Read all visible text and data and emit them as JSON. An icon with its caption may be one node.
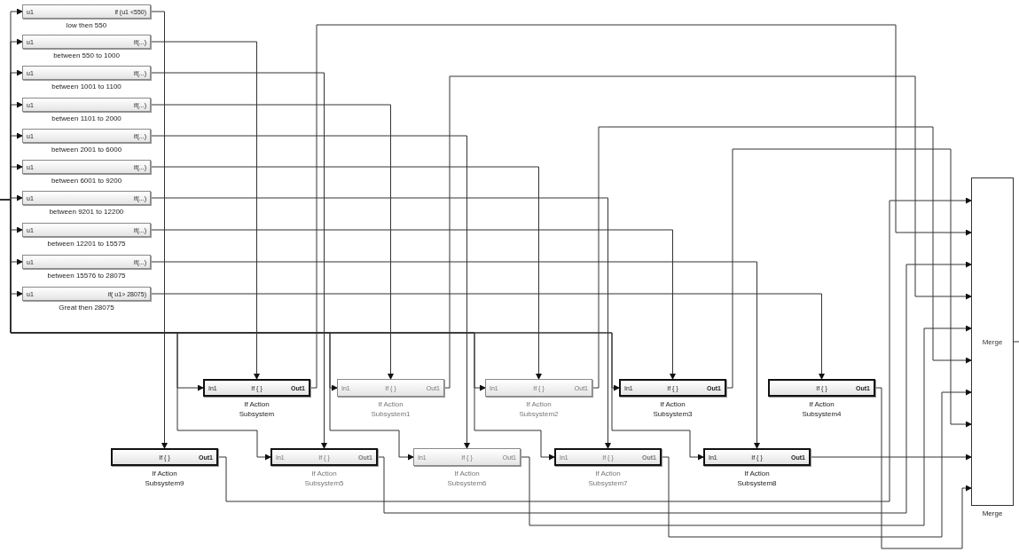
{
  "diagram": {
    "nodes": [
      {
        "text": [
          "u1",
          "if (u1 <550)"
        ],
        "beside": [
          "low then 550"
        ]
      },
      {
        "text": [
          "u1",
          "if(...)"
        ],
        "beside": [
          "between 550 to 1000"
        ]
      },
      {
        "text": [
          "u1",
          "if(...)"
        ],
        "beside": [
          "between 1001 to 1100"
        ]
      },
      {
        "text": [
          "u1",
          "if(...)"
        ],
        "beside": [
          "between 1101 to 2000"
        ]
      },
      {
        "text": [
          "u1",
          "if(...)"
        ],
        "beside": [
          "between 2001 to 6000"
        ]
      },
      {
        "text": [
          "u1",
          "if(...)"
        ],
        "beside": [
          "between 6001 to 9200"
        ]
      },
      {
        "text": [
          "u1",
          "if(...)"
        ],
        "beside": [
          "between 9201 to 12200"
        ]
      },
      {
        "text": [
          "u1",
          "if(...)"
        ],
        "beside": [
          "between 12201 to 15575"
        ]
      },
      {
        "text": [
          "u1",
          "if(...)"
        ],
        "beside": [
          "between 15576 to 28075"
        ]
      },
      {
        "text": [
          "u1",
          "if( u1> 28075)"
        ],
        "beside": [
          "Great then 28075"
        ]
      },
      {
        "text": [
          "In1",
          "If { }",
          "Out1"
        ],
        "beside": [
          "If Action Subsystem"
        ]
      },
      {
        "text": [
          "In1",
          "If { }",
          "Out1"
        ],
        "beside": [
          "If Action Subsystem1"
        ]
      },
      {
        "text": [
          "In1",
          "If { }",
          "Out1"
        ],
        "beside": [
          "If Action Subsystem2"
        ]
      },
      {
        "text": [
          "In1",
          "If { }",
          "Out1"
        ],
        "beside": [
          "If Action Subsystem3"
        ]
      },
      {
        "text": [
          "If { }",
          "Out1"
        ],
        "beside": [
          "If Action Subsystem4"
        ]
      },
      {
        "text": [
          "If { }",
          "Out1"
        ],
        "beside": [
          "If Action Subsystem9"
        ]
      },
      {
        "text": [
          "In1",
          "If { }",
          "Out1"
        ],
        "beside": [
          "If Action Subsystem5"
        ]
      },
      {
        "text": [
          "In1",
          "If { }",
          "Out1"
        ],
        "beside": [
          "If Action Subsystem6"
        ]
      },
      {
        "text": [
          "In1",
          "If { }",
          "Out1"
        ],
        "beside": [
          "If Action Subsystem7"
        ]
      },
      {
        "text": [
          "In1",
          "If { }",
          "Out1"
        ],
        "beside": [
          "If Action Subsystem8"
        ]
      },
      {
        "text": [
          "Merge"
        ],
        "beside": [
          "Merge"
        ]
      }
    ],
    "edges": [
      {
        "from": null,
        "to": 0,
        "arrow": "to"
      },
      {
        "from": null,
        "to": 1,
        "arrow": "to"
      },
      {
        "from": null,
        "to": 2,
        "arrow": "to"
      },
      {
        "from": null,
        "to": 3,
        "arrow": "to"
      },
      {
        "from": null,
        "to": 4,
        "arrow": "to"
      },
      {
        "from": null,
        "to": 5,
        "arrow": "to"
      },
      {
        "from": null,
        "to": 6,
        "arrow": "to"
      },
      {
        "from": null,
        "to": 7,
        "arrow": "to"
      },
      {
        "from": null,
        "to": 8,
        "arrow": "to"
      },
      {
        "from": null,
        "to": 9,
        "arrow": "to"
      },
      {
        "from": null,
        "to": 10,
        "arrow": "to"
      },
      {
        "from": null,
        "to": 11,
        "arrow": "to"
      },
      {
        "from": null,
        "to": 12,
        "arrow": "to"
      },
      {
        "from": null,
        "to": 13,
        "arrow": "to"
      },
      {
        "from": null,
        "to": 16,
        "arrow": "to"
      },
      {
        "from": null,
        "to": 17,
        "arrow": "to"
      },
      {
        "from": null,
        "to": 18,
        "arrow": "to"
      },
      {
        "from": null,
        "to": 19,
        "arrow": "to"
      },
      {
        "from": 0,
        "to": 15,
        "arrow": "to"
      },
      {
        "from": 1,
        "to": 10,
        "arrow": "to"
      },
      {
        "from": 2,
        "to": 16,
        "arrow": "to"
      },
      {
        "from": 3,
        "to": 11,
        "arrow": "to"
      },
      {
        "from": 4,
        "to": 17,
        "arrow": "to"
      },
      {
        "from": 5,
        "to": 12,
        "arrow": "to"
      },
      {
        "from": 6,
        "to": 18,
        "arrow": "to"
      },
      {
        "from": 7,
        "to": 13,
        "arrow": "to"
      },
      {
        "from": 8,
        "to": 19,
        "arrow": "to"
      },
      {
        "from": 9,
        "to": 14,
        "arrow": "to"
      },
      {
        "from": 15,
        "to": 20,
        "arrow": "to"
      },
      {
        "from": 10,
        "to": 20,
        "arrow": "to"
      },
      {
        "from": 16,
        "to": 20,
        "arrow": "to"
      },
      {
        "from": 11,
        "to": 20,
        "arrow": "to"
      },
      {
        "from": 17,
        "to": 20,
        "arrow": "to"
      },
      {
        "from": 12,
        "to": 20,
        "arrow": "to"
      },
      {
        "from": 18,
        "to": 20,
        "arrow": "to"
      },
      {
        "from": 13,
        "to": 20,
        "arrow": "to"
      },
      {
        "from": 19,
        "to": 20,
        "arrow": "to"
      },
      {
        "from": 14,
        "to": 20,
        "arrow": "to"
      },
      {
        "from": 20,
        "to": null,
        "arrow": "none"
      }
    ]
  }
}
